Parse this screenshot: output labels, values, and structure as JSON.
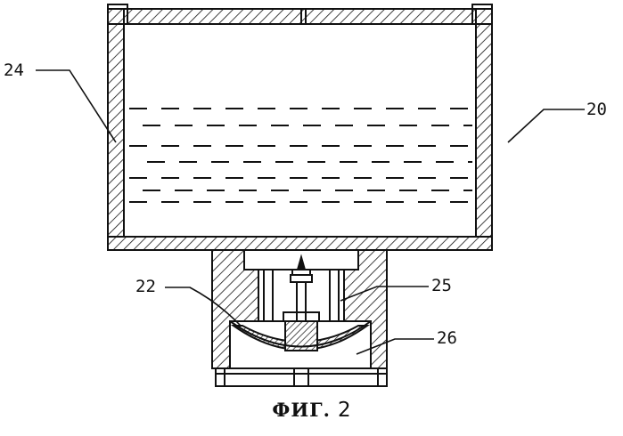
{
  "labels": {
    "ref_20": "20",
    "ref_24": "24",
    "ref_22": "22",
    "ref_25": "25",
    "ref_26": "26"
  },
  "caption": {
    "word": "ФИГ.",
    "number": "2"
  },
  "colors": {
    "stroke": "#111111",
    "background": "#ffffff"
  }
}
